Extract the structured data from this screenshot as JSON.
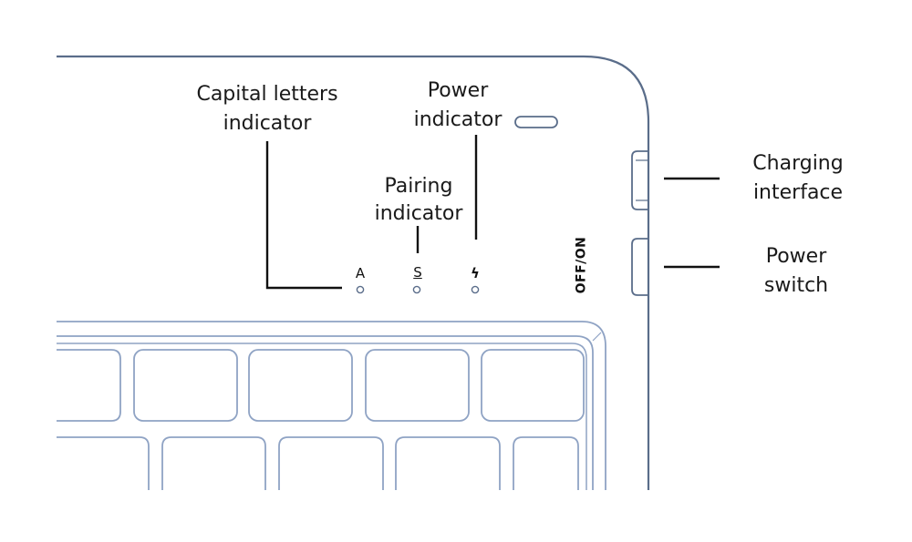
{
  "labels": {
    "capital": [
      "Capital letters",
      "indicator"
    ],
    "power_indicator": [
      "Power",
      "indicator"
    ],
    "pairing": [
      "Pairing",
      "indicator"
    ],
    "charging": [
      "Charging",
      "interface"
    ],
    "power_switch": [
      "Power",
      "switch"
    ]
  },
  "symbols": {
    "caps": "A",
    "pairing": "S",
    "power": "ϟ"
  },
  "switch_text": "OFF/ON",
  "colors": {
    "outline": "#5a6d8a",
    "key_outline": "#8fa3c4",
    "leader": "#111111"
  }
}
